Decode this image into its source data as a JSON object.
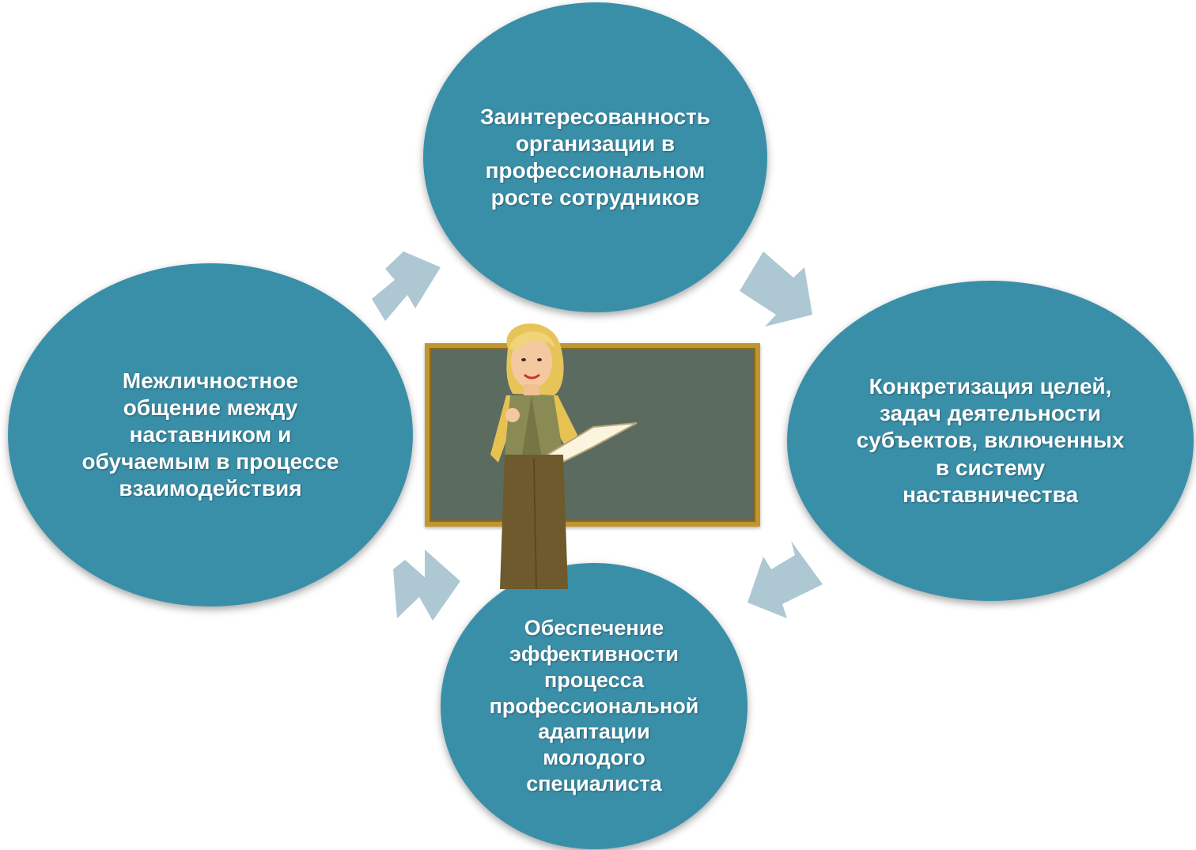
{
  "diagram": {
    "nodes": {
      "top": {
        "label": "Заинтересованность\nорганизации в\nпрофессиональном\nросте сотрудников"
      },
      "right": {
        "label": "Конкретизация целей,\nзадач деятельности\nсубъектов, включенных\nв систему\nнаставничества"
      },
      "bottom": {
        "label": "Обеспечение\nэффективности\nпроцесса\nпрофессиональной\nадаптации\nмолодого\nспециалиста"
      },
      "left": {
        "label": "Межличностное\nобщение между\nнаставником и\nобучаемым в процессе\nвзаимодействия"
      }
    },
    "colors": {
      "node_fill": "#3a8fa8",
      "arrow_fill": "#adc8d2",
      "board_fill": "#5c6b5f",
      "board_frame": "#c2962f"
    },
    "center_illustration": "teacher-at-blackboard",
    "flow": [
      "top",
      "right",
      "bottom",
      "left"
    ]
  }
}
